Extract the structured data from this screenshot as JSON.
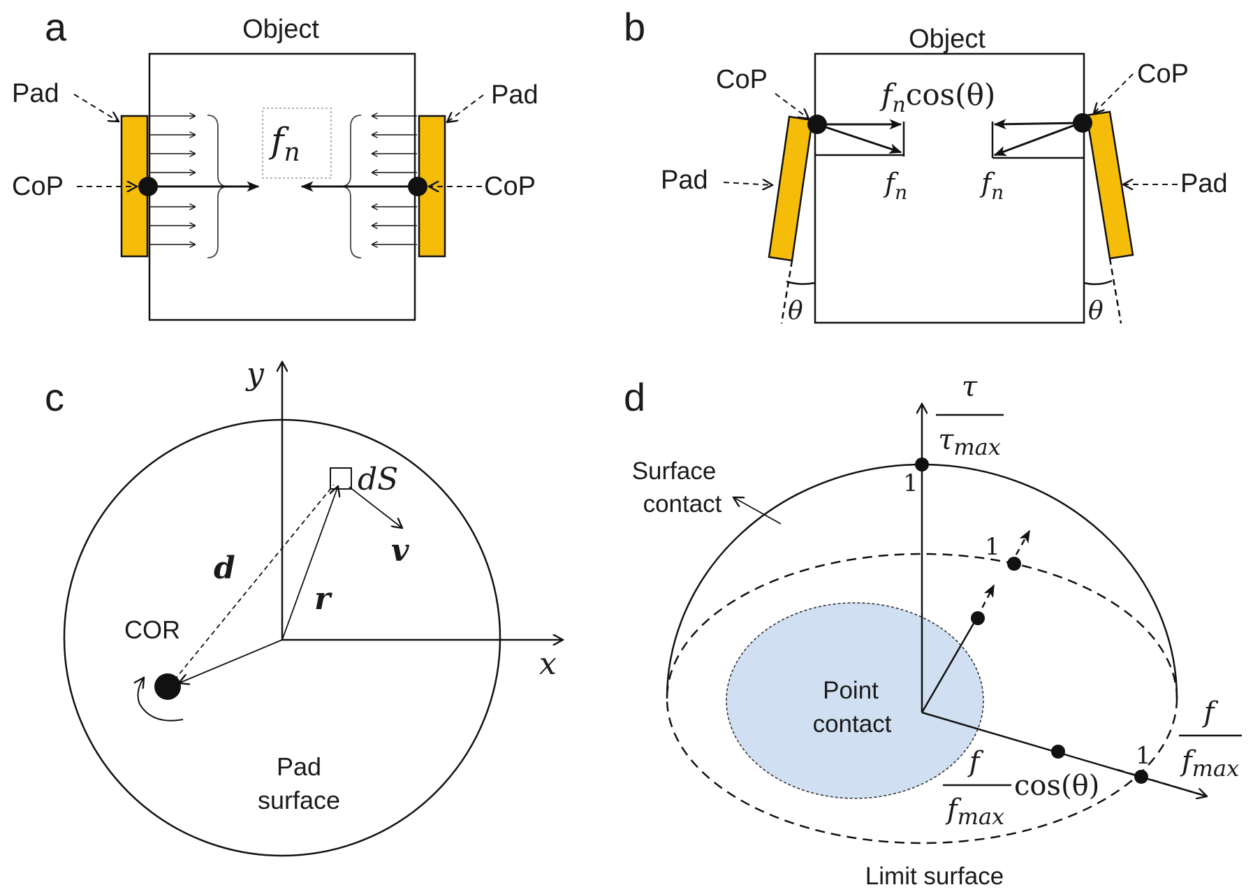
{
  "panel_a": {
    "letter": "a",
    "object_label": "Object",
    "pad_left_label": "Pad",
    "pad_right_label": "Pad",
    "cop_left_label": "CoP",
    "cop_right_label": "CoP",
    "force_label": {
      "base": "f",
      "sub": "n"
    },
    "colors": {
      "pad": "#F6BC0A"
    }
  },
  "panel_b": {
    "letter": "b",
    "object_label": "Object",
    "cop_left_label": "CoP",
    "cop_right_label": "CoP",
    "pad_left_label": "Pad",
    "pad_right_label": "Pad",
    "top_force_label": {
      "base": "f",
      "sub": "n",
      "tail": "cos(θ)"
    },
    "left_force_label": {
      "base": "f",
      "sub": "n"
    },
    "right_force_label": {
      "base": "f",
      "sub": "n"
    },
    "theta_left": "θ",
    "theta_right": "θ",
    "colors": {
      "pad": "#F6BC0A"
    }
  },
  "panel_c": {
    "letter": "c",
    "y_axis_label": "y",
    "x_axis_label": "x",
    "area_element_label": "dS",
    "velocity_label": "v",
    "distance_label": "d",
    "radius_label": "r",
    "cor_label": "COR",
    "pad_surface_label_line1": "Pad",
    "pad_surface_label_line2": "surface"
  },
  "panel_d": {
    "letter": "d",
    "tau_num": "τ",
    "tau_den": {
      "base": "τ",
      "sub": "max"
    },
    "f_num": "f",
    "f_den": {
      "base": "f",
      "sub": "max"
    },
    "cos_label": "cos(θ)",
    "surface_contact_line1": "Surface",
    "surface_contact_line2": "contact",
    "point_contact_line1": "Point",
    "point_contact_line2": "contact",
    "limit_surface_label": "Limit surface",
    "one_tau": "1",
    "one_mid": "1",
    "one_f": "1",
    "colors": {
      "point_contact_fill": "#D0DFF1"
    }
  }
}
